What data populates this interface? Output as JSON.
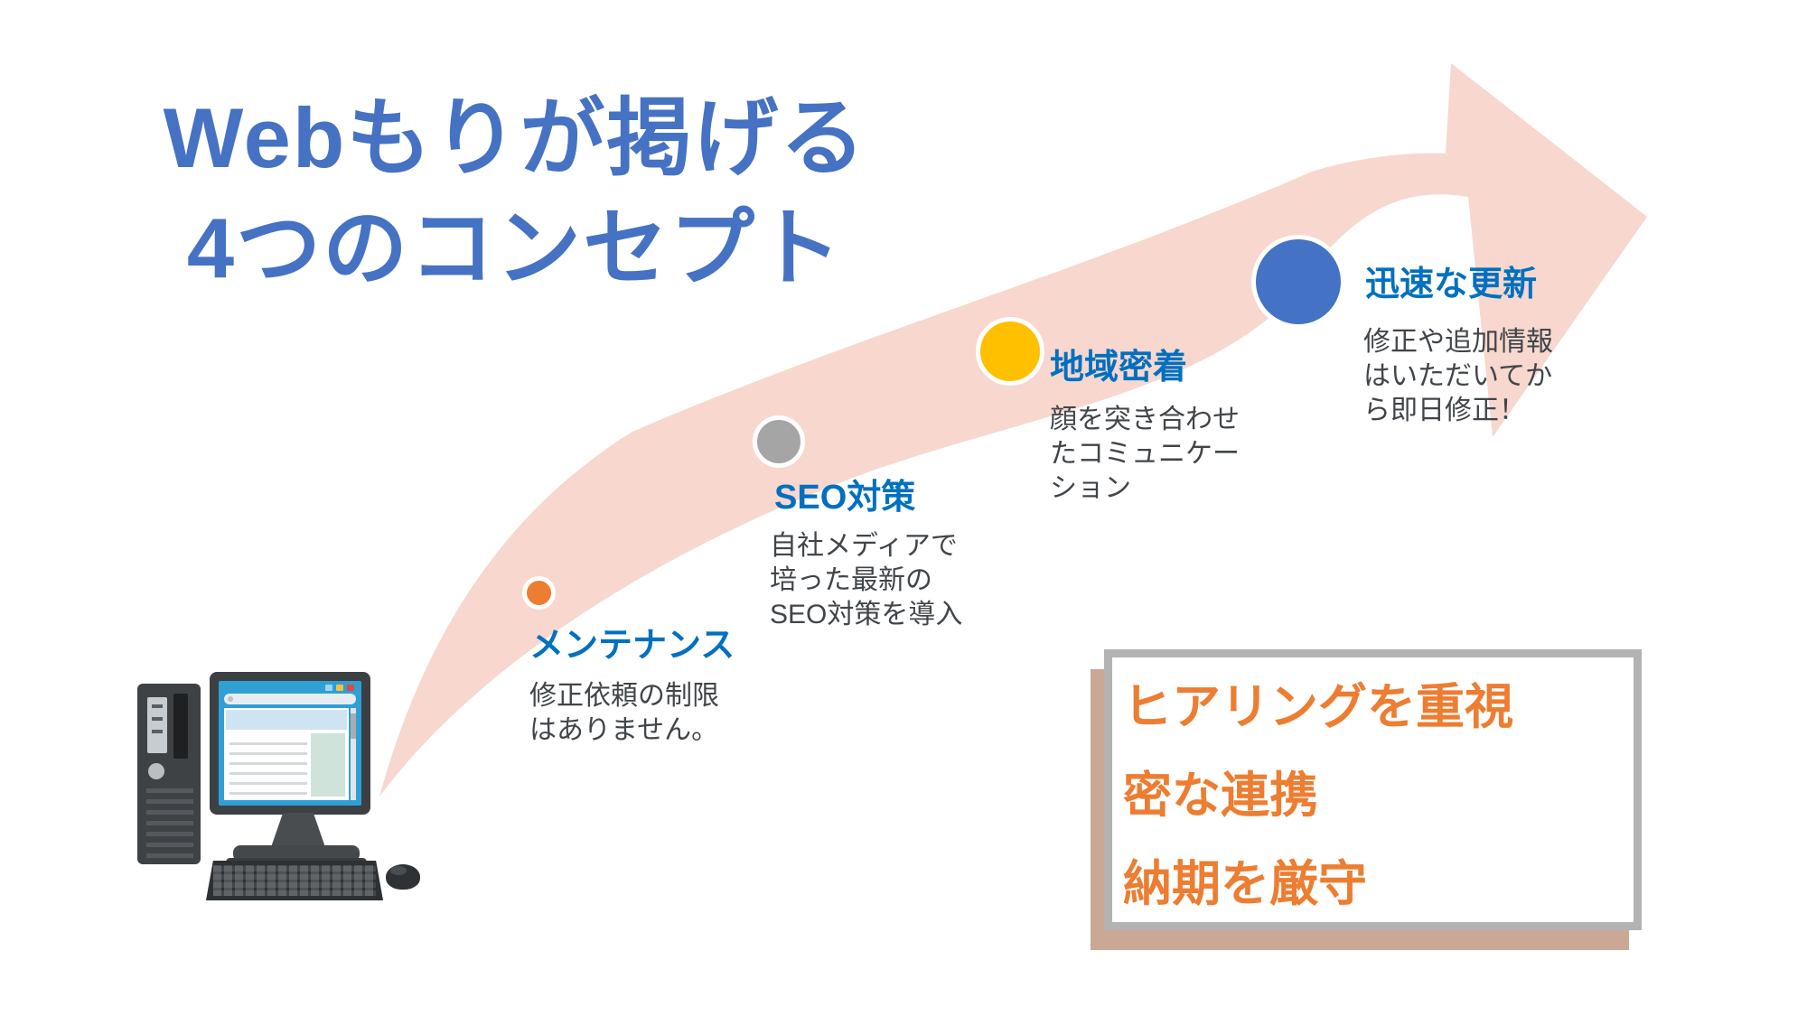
{
  "title": {
    "line1": "Webもりが掲げる",
    "line2": "4つのコンセプト"
  },
  "milestones": [
    {
      "id": "maintenance",
      "label": "メンテナンス",
      "desc_lines": [
        "修正依頼の制限",
        "はありません。"
      ],
      "dot_color": "#ED7D31"
    },
    {
      "id": "seo",
      "label": "SEO対策",
      "desc_lines": [
        "自社メディアで",
        "培った最新の",
        "SEO対策を導入"
      ],
      "dot_color": "#A5A5A5"
    },
    {
      "id": "local",
      "label": "地域密着",
      "desc_lines": [
        "顔を突き合わせ",
        "たコミュニケー",
        "ション"
      ],
      "dot_color": "#FFC000"
    },
    {
      "id": "update",
      "label": "迅速な更新",
      "desc_lines": [
        "修正や追加情報",
        "はいただいてか",
        "ら即日修正！"
      ],
      "dot_color": "#4472C4"
    }
  ],
  "promise_box": {
    "lines": [
      "ヒアリングを重視",
      "密な連携",
      "納期を厳守"
    ],
    "text_color": "#ED7D31",
    "border_color": "#B3B3B3",
    "shadow_color": "#CBA795"
  },
  "colors": {
    "title_blue": "#4472C4",
    "label_blue": "#0070C0",
    "body_text": "#404549",
    "arrow_pink": "#F7D7CE"
  },
  "icons": {
    "computer": "desktop-computer-illustration",
    "arrow": "growth-swoosh-arrow"
  }
}
